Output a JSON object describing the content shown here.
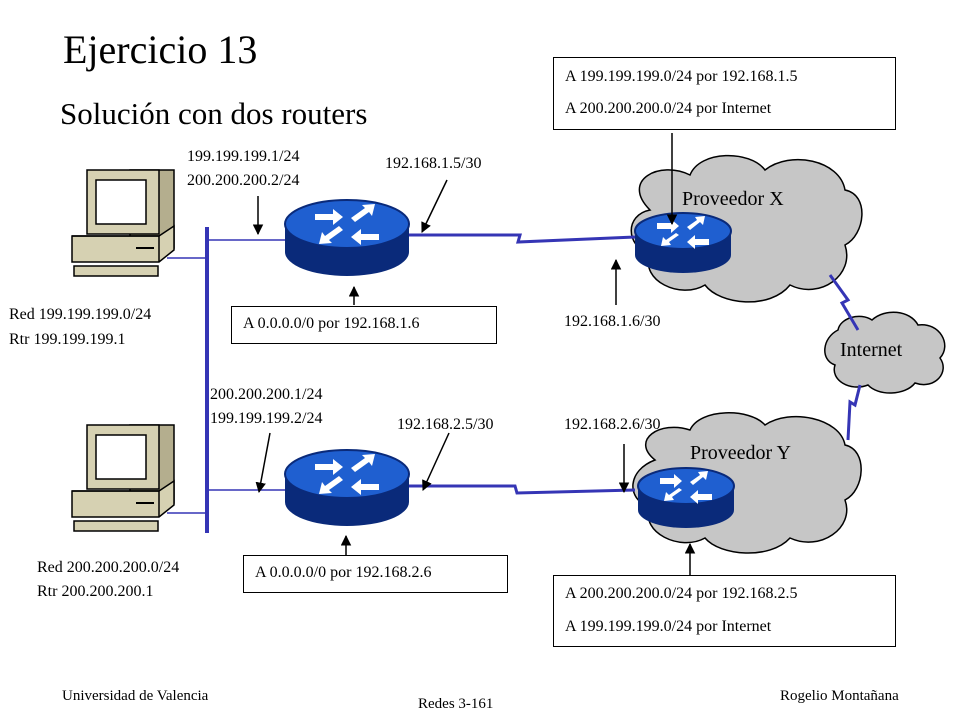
{
  "slide": {
    "title": "Ejercicio 13",
    "subtitle": "Solución con dos routers"
  },
  "labels": {
    "router1_ips": [
      "199.199.199.1/24",
      "200.200.200.2/24"
    ],
    "router1_wan": "192.168.1.5/30",
    "router2_ips": [
      "200.200.200.1/24",
      "199.199.199.2/24"
    ],
    "router2_wan": "192.168.2.5/30",
    "proveedor_x_wan": "192.168.1.6/30",
    "proveedor_y_wan": "192.168.2.6/30",
    "red1": [
      "Red 199.199.199.0/24",
      "Rtr 199.199.199.1"
    ],
    "red2": [
      "Red 200.200.200.0/24",
      "Rtr 200.200.200.1"
    ]
  },
  "clouds": {
    "proveedor_x": "Proveedor X",
    "proveedor_y": "Proveedor Y",
    "internet": "Internet"
  },
  "route_boxes": {
    "proveedor_x": [
      "A 199.199.199.0/24 por 192.168.1.5",
      "A 200.200.200.0/24 por Internet"
    ],
    "router1": [
      "A 0.0.0.0/0 por 192.168.1.6"
    ],
    "router2": [
      "A 0.0.0.0/0 por 192.168.2.6"
    ],
    "proveedor_y": [
      "A 200.200.200.0/24 por 192.168.2.5",
      "A 199.199.199.0/24 por Internet"
    ]
  },
  "footer": {
    "left": "Universidad de Valencia",
    "center": "Redes 3-161",
    "right": "Rogelio Montañana"
  },
  "colors": {
    "router_blue": "#1f5fd0",
    "router_dark": "#0a2a7a",
    "link_blue": "#3535b5",
    "cloud_fill": "#c6c6c6",
    "pc_beige": "#d6d1b2"
  }
}
